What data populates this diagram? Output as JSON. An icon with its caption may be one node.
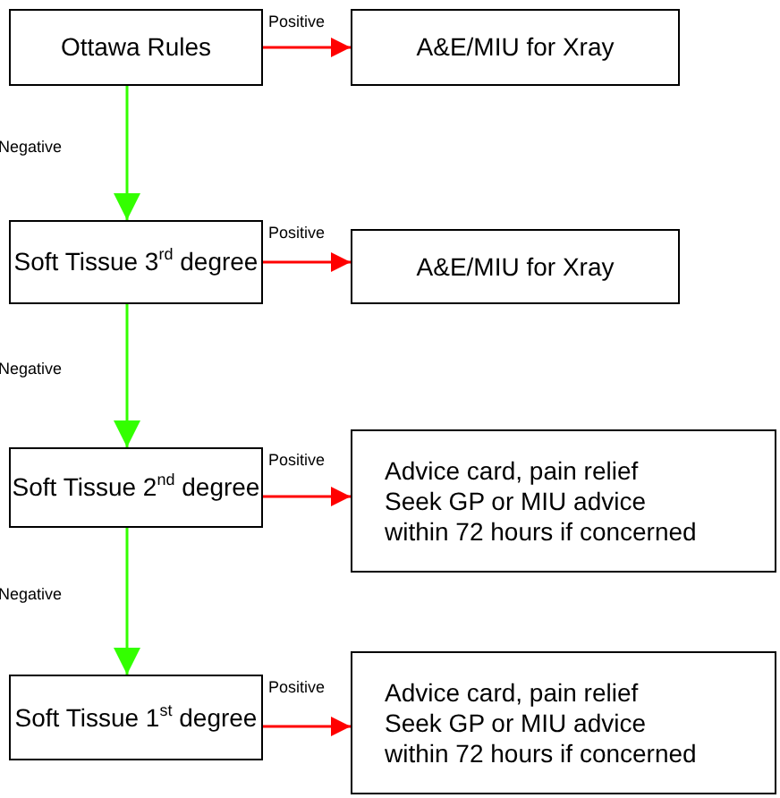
{
  "diagram": {
    "nodes": [
      {
        "text": [
          "Ottawa Rules"
        ]
      },
      {
        "text": [
          "A&E/MIU for Xray"
        ]
      },
      {
        "text": [
          "Soft Tissue 3$^{rd}$ degree"
        ]
      },
      {
        "text": [
          "A&E/MIU for Xray"
        ]
      },
      {
        "text": [
          "Soft Tissue 2$^{nd}$ degree"
        ]
      },
      {
        "text": [
          "Advice card, pain relief",
          "Seek GP or MIU advice",
          "within 72 hours if concerned"
        ]
      },
      {
        "text": [
          "Soft Tissue 1$^{st}$ degree"
        ]
      },
      {
        "text": [
          "Advice card, pain relief",
          "Seek GP or MIU advice",
          "within 72 hours if concerned"
        ]
      }
    ],
    "edges": [
      {
        "from": 0,
        "to": 1,
        "arrow": "to",
        "label": "Positive",
        "color": "#ff0000"
      },
      {
        "from": 0,
        "to": 2,
        "arrow": "to",
        "label": "Negative",
        "color": "#33ff00"
      },
      {
        "from": 2,
        "to": 3,
        "arrow": "to",
        "label": "Positive",
        "color": "#ff0000"
      },
      {
        "from": 2,
        "to": 4,
        "arrow": "to",
        "label": "Negative",
        "color": "#33ff00"
      },
      {
        "from": 4,
        "to": 5,
        "arrow": "to",
        "label": "Positive",
        "color": "#ff0000"
      },
      {
        "from": 4,
        "to": 6,
        "arrow": "to",
        "label": "Negative",
        "color": "#33ff00"
      },
      {
        "from": 6,
        "to": 7,
        "arrow": "to",
        "label": "Positive",
        "color": "#ff0000"
      }
    ]
  }
}
